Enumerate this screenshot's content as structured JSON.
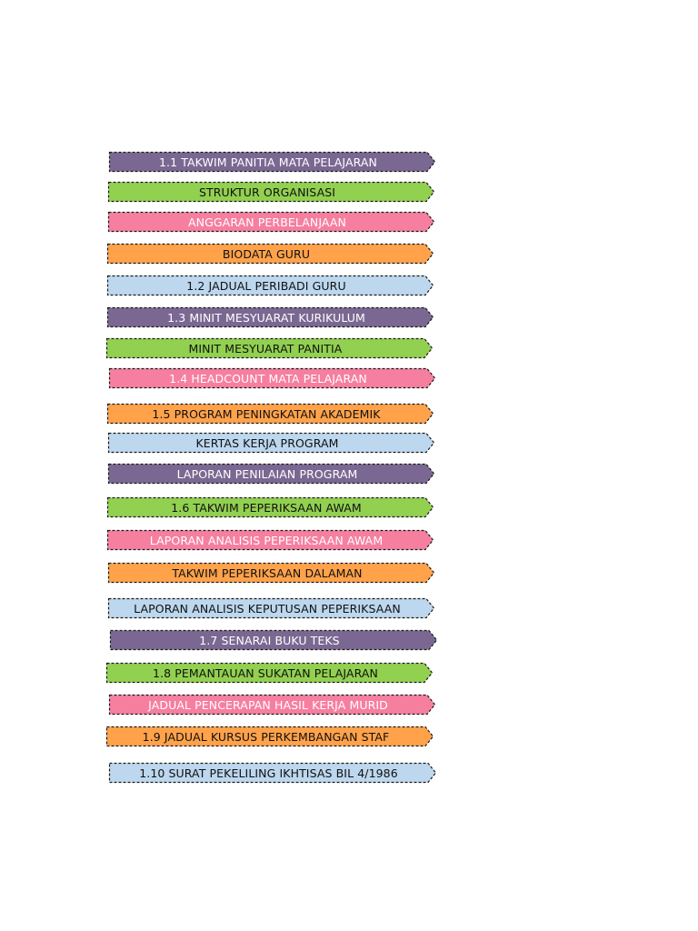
{
  "palette": {
    "purple": {
      "fill": "#7b6892",
      "text": "#ffffff"
    },
    "green": {
      "fill": "#92d050",
      "text": "#111111"
    },
    "pink": {
      "fill": "#f67fa0",
      "text": "#ffffff"
    },
    "orange": {
      "fill": "#ffa24a",
      "text": "#111111"
    },
    "blue": {
      "fill": "#bcd7ee",
      "text": "#111111"
    }
  },
  "items": [
    {
      "label": "1.1 TAKWIM PANITIA MATA PELAJARAN",
      "color": "purple"
    },
    {
      "label": "STRUKTUR ORGANISASI",
      "color": "green"
    },
    {
      "label": "ANGGARAN PERBELANJAAN",
      "color": "pink"
    },
    {
      "label": "BIODATA GURU",
      "color": "orange"
    },
    {
      "label": "1.2 JADUAL PERIBADI GURU",
      "color": "blue"
    },
    {
      "label": "1.3 MINIT MESYUARAT KURIKULUM",
      "color": "purple"
    },
    {
      "label": "MINIT MESYUARAT PANITIA",
      "color": "green"
    },
    {
      "label": "1.4 HEADCOUNT MATA PELAJARAN",
      "color": "pink"
    },
    {
      "label": "1.5 PROGRAM PENINGKATAN AKADEMIK",
      "color": "orange"
    },
    {
      "label": "KERTAS KERJA PROGRAM",
      "color": "blue"
    },
    {
      "label": "LAPORAN PENILAIAN PROGRAM",
      "color": "purple"
    },
    {
      "label": "1.6 TAKWIM PEPERIKSAAN AWAM",
      "color": "green"
    },
    {
      "label": "LAPORAN ANALISIS PEPERIKSAAN AWAM",
      "color": "pink"
    },
    {
      "label": "TAKWIM PEPERIKSAAN DALAMAN",
      "color": "orange"
    },
    {
      "label": "LAPORAN ANALISIS KEPUTUSAN PEPERIKSAAN",
      "color": "blue"
    },
    {
      "label": "1.7 SENARAI BUKU TEKS",
      "color": "purple"
    },
    {
      "label": "1.8 PEMANTAUAN SUKATAN PELAJARAN",
      "color": "green"
    },
    {
      "label": "JADUAL PENCERAPAN HASIL KERJA MURID",
      "color": "pink"
    },
    {
      "label": "1.9 JADUAL KURSUS PERKEMBANGAN STAF",
      "color": "orange"
    },
    {
      "label": "1.10 SURAT PEKELILING IKHTISAS BIL 4/1986",
      "color": "blue"
    }
  ]
}
